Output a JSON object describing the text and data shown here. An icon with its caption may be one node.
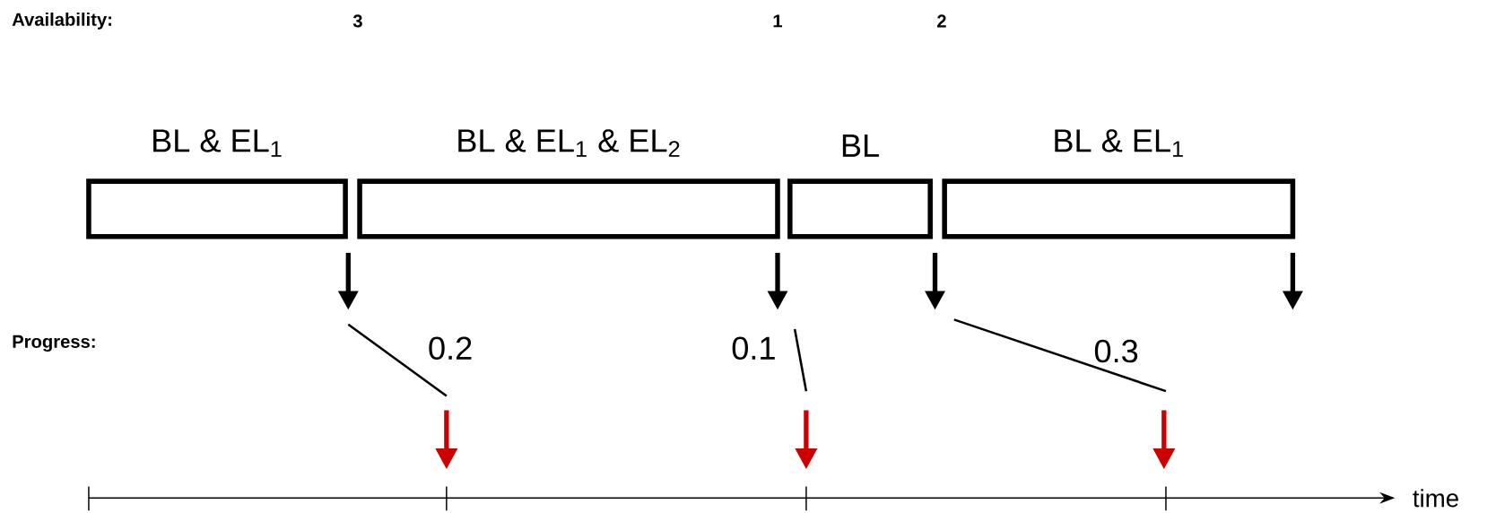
{
  "diagram": {
    "nodes": [
      {
        "text": [
          "BL & EL$_{1}$"
        ]
      },
      {
        "text": [
          "BL & EL$_{1}$ & EL$_{2}$"
        ]
      },
      {
        "text": [
          "BL"
        ]
      },
      {
        "text": [
          "BL & EL$_{1}$"
        ]
      }
    ],
    "labels": [
      "Availability:",
      "3",
      "1",
      "2",
      "Progress:",
      "0.2",
      "0.1",
      "0.3",
      "time"
    ]
  }
}
